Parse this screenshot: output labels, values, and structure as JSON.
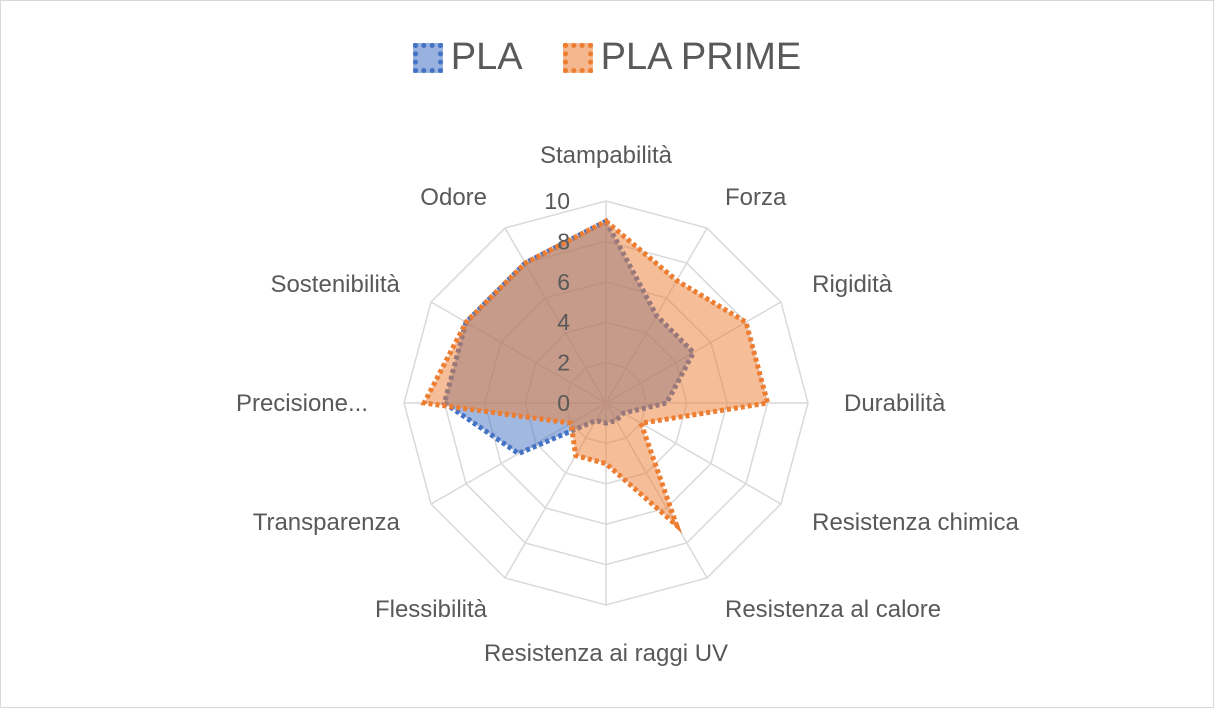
{
  "chart_data": {
    "type": "radar",
    "title": "",
    "categories": [
      "Stampabilità",
      "Forza",
      "Rigidità",
      "Durabilità",
      "Resistenza chimica",
      "Resistenza al calore",
      "Resistenza ai raggi UV",
      "Flessibilità",
      "Transparenza",
      "Precisione...",
      "Sostenibilità",
      "Odore"
    ],
    "rmin": 0,
    "rmax": 10,
    "ticks": [
      "0",
      "2",
      "4",
      "6",
      "8",
      "10"
    ],
    "grid": true,
    "legend_position": "top",
    "series": [
      {
        "name": "PLA",
        "color": "#4472C4",
        "fill": "#4472C4",
        "values": [
          9,
          5,
          5,
          3,
          1,
          1,
          1,
          1,
          5,
          8,
          8,
          8
        ]
      },
      {
        "name": "PLA PRIME",
        "color": "#ED7D31",
        "fill": "#ED7D31",
        "values": [
          9,
          7,
          8,
          8,
          2,
          7,
          3,
          3,
          2,
          9,
          8,
          8
        ]
      }
    ]
  }
}
